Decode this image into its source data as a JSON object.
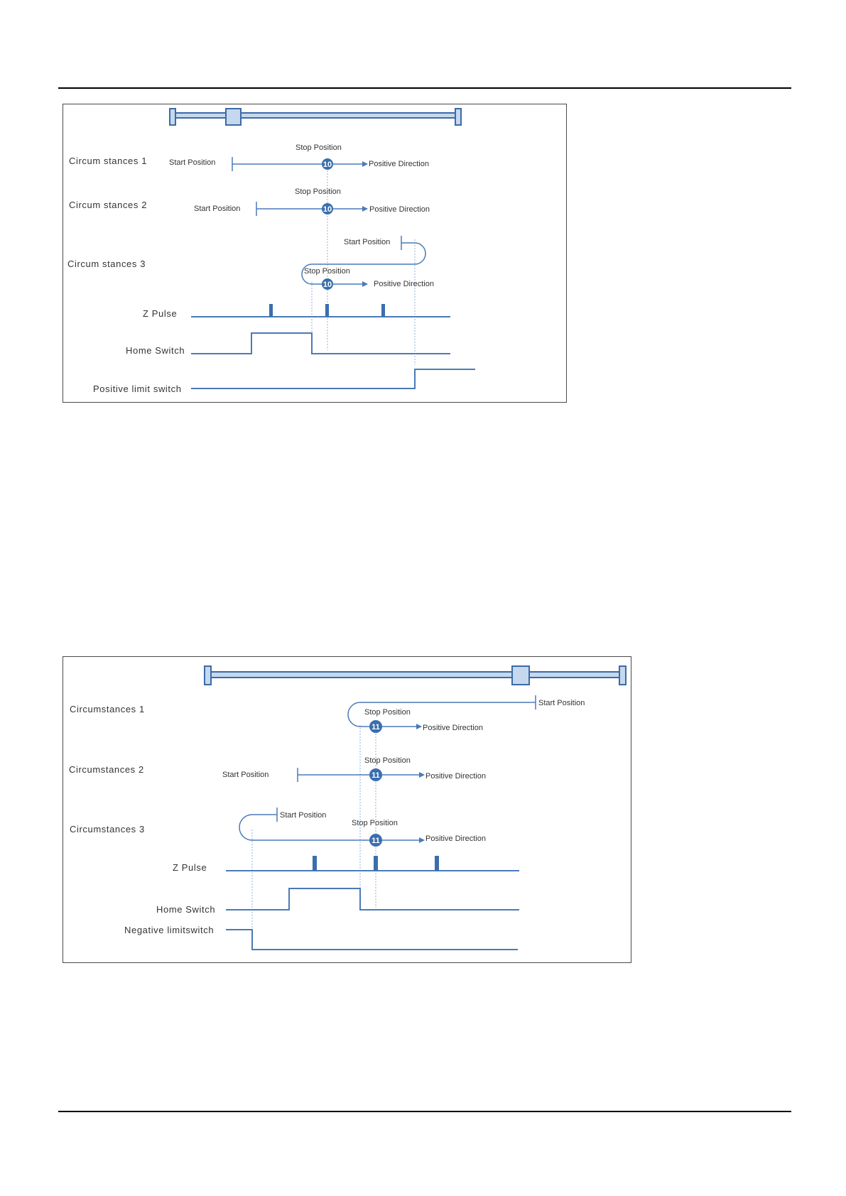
{
  "colors": {
    "line": "#4a7ab8",
    "rail_fill": "#c5d8ee",
    "badge": "#3a6eae",
    "guide": "#8eb2d8",
    "text": "#333333"
  },
  "figure1": {
    "rows": {
      "c1": "Circum stances 1",
      "c2": "Circum stances 2",
      "c3": "Circum stances 3"
    },
    "labels": {
      "c1_start": "Start Position",
      "c1_stop": "Stop Position",
      "c1_dir": "Positive Direction",
      "c2_start": "Start Position",
      "c2_stop": "Stop Position",
      "c2_dir": "Positive Direction",
      "c3_start": "Start Position",
      "c3_stop": "Stop Position",
      "c3_dir": "Positive Direction"
    },
    "badge": "10",
    "signals": {
      "z_pulse": "Z Pulse",
      "home_switch": "Home Switch",
      "limit_switch": "Positive limit switch"
    }
  },
  "figure2": {
    "rows": {
      "c1": "Circumstances 1",
      "c2": "Circumstances 2",
      "c3": "Circumstances 3"
    },
    "labels": {
      "c1_start": "Start Position",
      "c1_stop": "Stop Position",
      "c1_dir": "Positive Direction",
      "c2_start": "Start Position",
      "c2_stop": "Stop Position",
      "c2_dir": "Positive Direction",
      "c3_start": "Start Position",
      "c3_stop": "Stop Position",
      "c3_dir": "Positive Direction"
    },
    "badge": "11",
    "signals": {
      "z_pulse": "Z Pulse",
      "home_switch": "Home Switch",
      "limit_switch": "Negative limitswitch"
    }
  }
}
